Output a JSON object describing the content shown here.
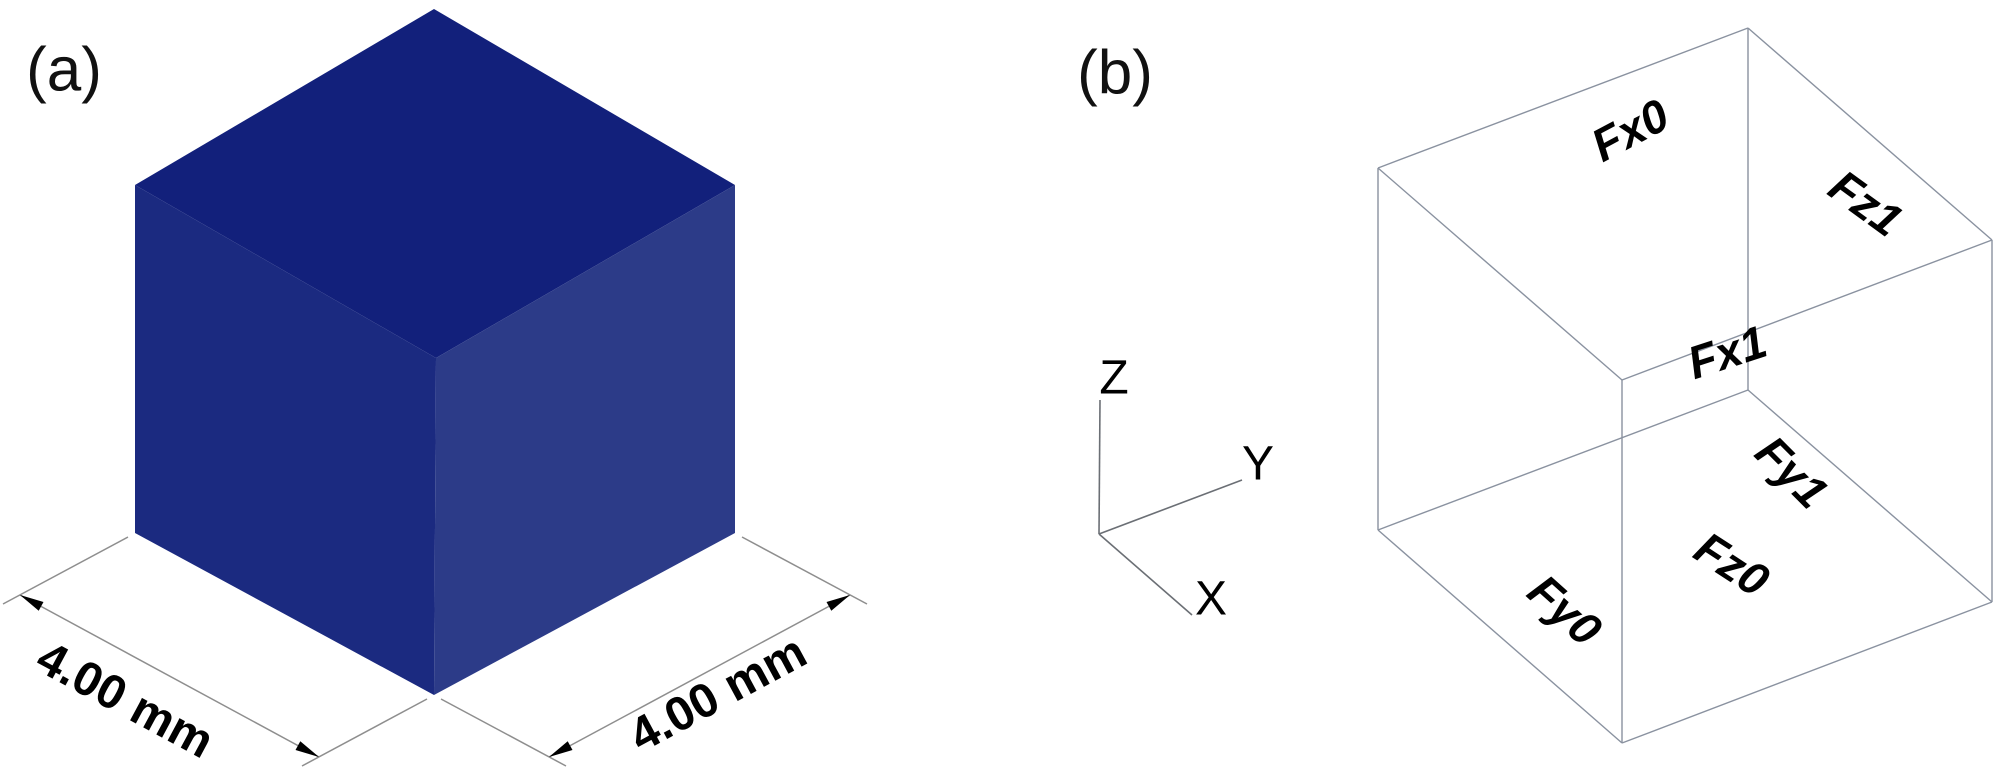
{
  "figure": {
    "panel_a": {
      "label": "(a)",
      "dimension_left": "4.00 mm",
      "dimension_right": "4.00 mm",
      "cube_colors": {
        "top_face": "#12207b",
        "left_face": "#1b2a80",
        "right_face": "#2c3b88"
      }
    },
    "panel_b": {
      "label": "(b)",
      "face_labels": {
        "fx0": "Fx0",
        "fz1": "Fz1",
        "fx1": "Fx1",
        "fy1": "Fy1",
        "fz0": "Fz0",
        "fy0": "Fy0"
      },
      "axes": {
        "z": "Z",
        "y": "Y",
        "x": "X"
      },
      "edge_color": "#8a92a0"
    }
  }
}
